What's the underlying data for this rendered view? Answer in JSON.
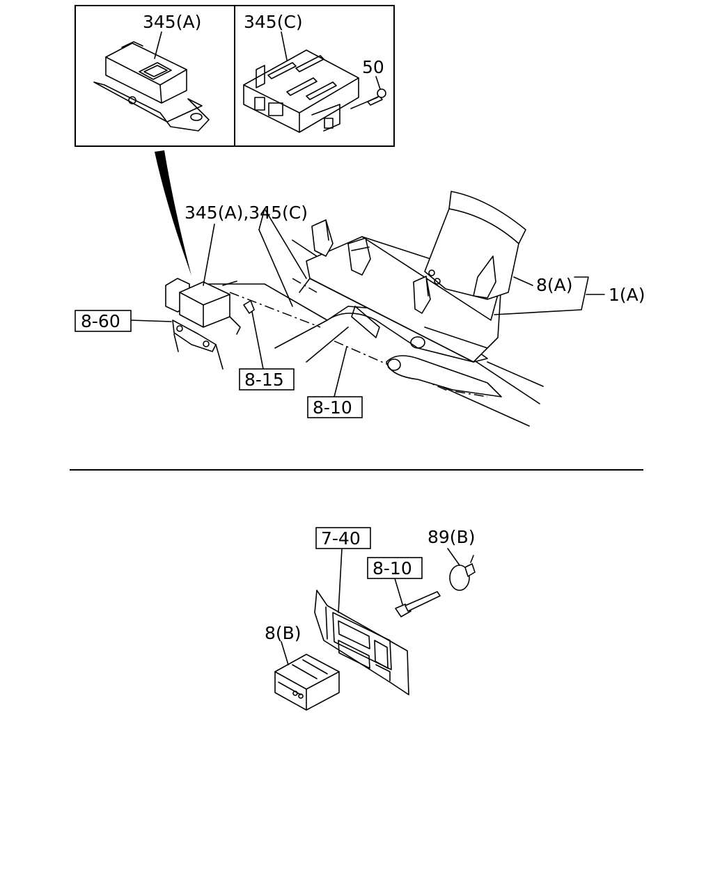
{
  "diagram": {
    "inset_labels": {
      "left": "345(A)",
      "right": "345(C)",
      "bolt": "50"
    },
    "upper_labels": {
      "combo": "345(A),345(C)",
      "p8a": "8(A)",
      "p1a": "1(A)",
      "ref_8_60": "8-60",
      "ref_8_15": "8-15",
      "ref_8_10": "8-10"
    },
    "lower_labels": {
      "ref_7_40": "7-40",
      "ref_8_10": "8-10",
      "p89b": "89(B)",
      "p8b": "8(B)"
    }
  }
}
